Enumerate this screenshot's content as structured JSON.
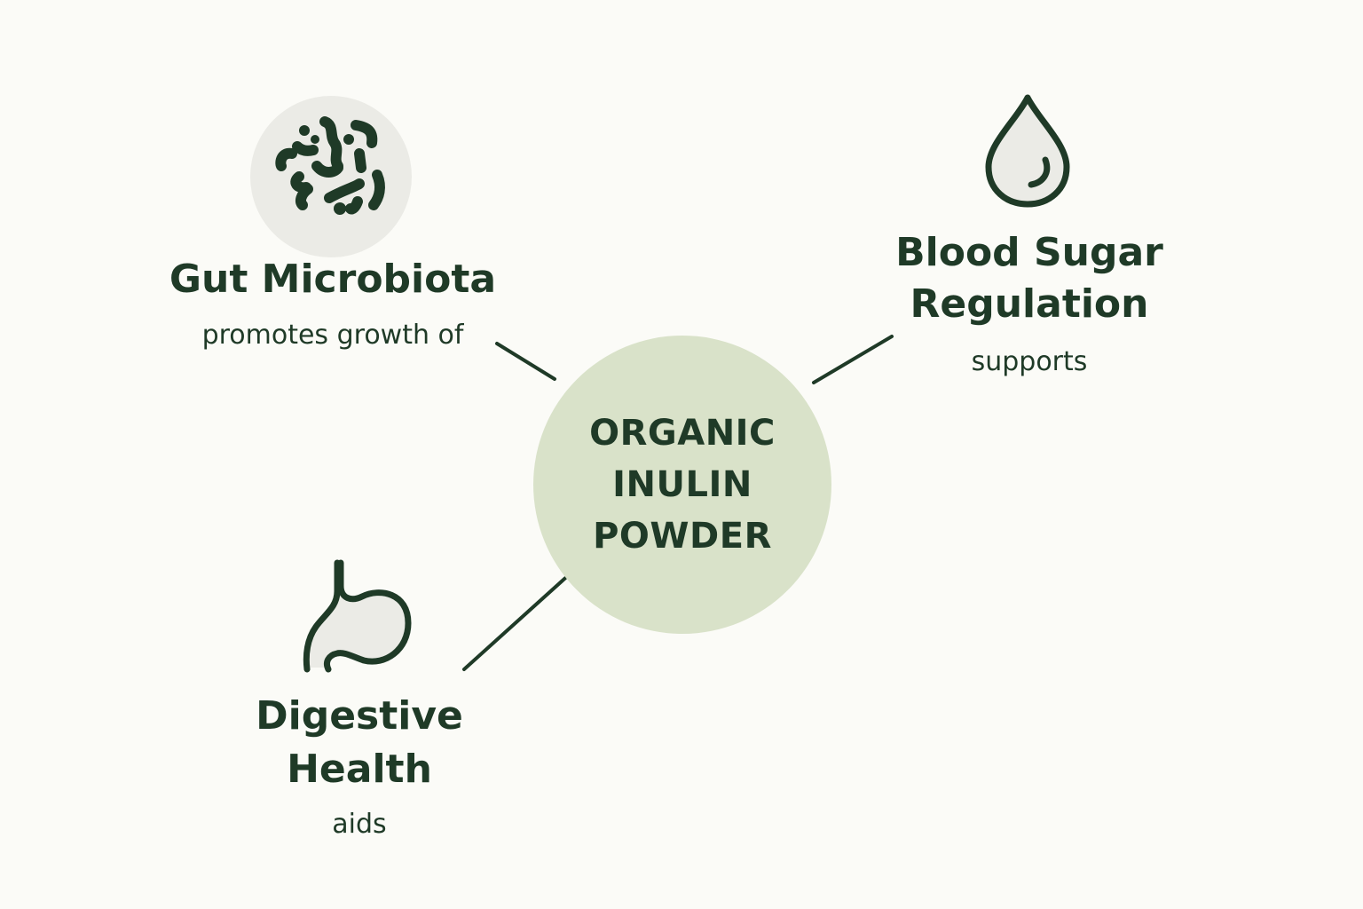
{
  "colors": {
    "background": "#fbfbf7",
    "hub_fill": "#d9e2c9",
    "ink": "#1f3a27",
    "icon_fill": "#ebebe6"
  },
  "hub": {
    "lines": [
      "ORGANIC",
      "INULIN",
      "POWDER"
    ]
  },
  "nodes": {
    "gut": {
      "icon": "bacteria-icon",
      "title": "Gut Microbiota",
      "relation": "promotes growth of"
    },
    "blood": {
      "icon": "water-drop-icon",
      "title_lines": [
        "Blood Sugar",
        "Regulation"
      ],
      "relation": "supports"
    },
    "digestive": {
      "icon": "stomach-icon",
      "title_lines": [
        "Digestive",
        "Health"
      ],
      "relation": "aids"
    }
  }
}
